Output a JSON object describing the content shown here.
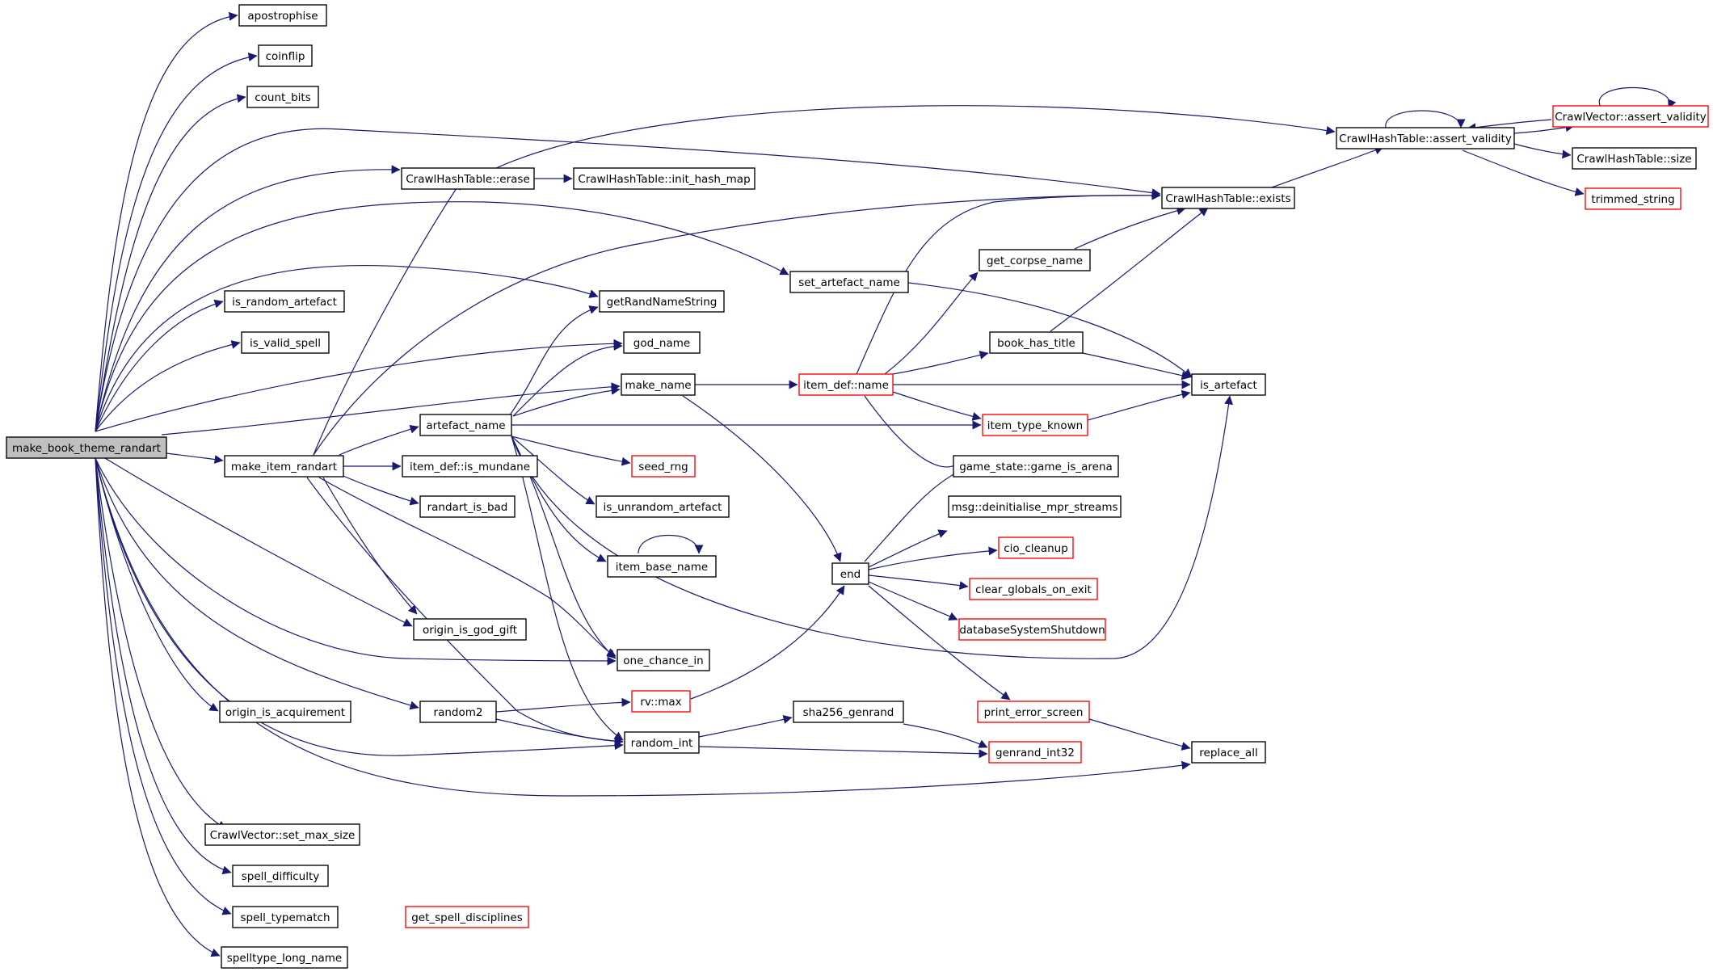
{
  "graph": {
    "edge_color": "#191970",
    "nodes": [
      {
        "id": "n0",
        "label": "make_book_theme_randart",
        "kind": "root"
      },
      {
        "id": "n1",
        "label": "apostrophise",
        "kind": "normal"
      },
      {
        "id": "n2",
        "label": "coinflip",
        "kind": "normal"
      },
      {
        "id": "n3",
        "label": "count_bits",
        "kind": "normal"
      },
      {
        "id": "n4",
        "label": "CrawlHashTable::erase",
        "kind": "normal"
      },
      {
        "id": "n5",
        "label": "CrawlHashTable::init_hash_map",
        "kind": "normal"
      },
      {
        "id": "n6",
        "label": "is_random_artefact",
        "kind": "normal"
      },
      {
        "id": "n7",
        "label": "is_valid_spell",
        "kind": "normal"
      },
      {
        "id": "n8",
        "label": "make_item_randart",
        "kind": "normal"
      },
      {
        "id": "n9",
        "label": "artefact_name",
        "kind": "normal"
      },
      {
        "id": "n10",
        "label": "item_def::is_mundane",
        "kind": "normal"
      },
      {
        "id": "n11",
        "label": "randart_is_bad",
        "kind": "normal"
      },
      {
        "id": "n12",
        "label": "origin_is_god_gift",
        "kind": "normal"
      },
      {
        "id": "n13",
        "label": "origin_is_acquirement",
        "kind": "normal"
      },
      {
        "id": "n14",
        "label": "random2",
        "kind": "normal"
      },
      {
        "id": "n15",
        "label": "CrawlVector::set_max_size",
        "kind": "normal"
      },
      {
        "id": "n16",
        "label": "spell_difficulty",
        "kind": "normal"
      },
      {
        "id": "n17",
        "label": "spell_typematch",
        "kind": "normal"
      },
      {
        "id": "n18",
        "label": "spelltype_long_name",
        "kind": "normal"
      },
      {
        "id": "n19",
        "label": "getRandNameString",
        "kind": "normal"
      },
      {
        "id": "n20",
        "label": "god_name",
        "kind": "normal"
      },
      {
        "id": "n21",
        "label": "make_name",
        "kind": "normal"
      },
      {
        "id": "n22",
        "label": "seed_rng",
        "kind": "truncated"
      },
      {
        "id": "n23",
        "label": "is_unrandom_artefact",
        "kind": "normal"
      },
      {
        "id": "n24",
        "label": "item_base_name",
        "kind": "normal"
      },
      {
        "id": "n25",
        "label": "one_chance_in",
        "kind": "normal"
      },
      {
        "id": "n26",
        "label": "rv::max",
        "kind": "truncated"
      },
      {
        "id": "n27",
        "label": "random_int",
        "kind": "normal"
      },
      {
        "id": "n28",
        "label": "get_spell_disciplines",
        "kind": "truncated"
      },
      {
        "id": "n29",
        "label": "set_artefact_name",
        "kind": "normal"
      },
      {
        "id": "n30",
        "label": "item_def::name",
        "kind": "truncated"
      },
      {
        "id": "n31",
        "label": "end",
        "kind": "normal"
      },
      {
        "id": "n32",
        "label": "sha256_genrand",
        "kind": "normal"
      },
      {
        "id": "n33",
        "label": "get_corpse_name",
        "kind": "normal"
      },
      {
        "id": "n34",
        "label": "book_has_title",
        "kind": "normal"
      },
      {
        "id": "n35",
        "label": "item_type_known",
        "kind": "truncated"
      },
      {
        "id": "n36",
        "label": "game_state::game_is_arena",
        "kind": "normal"
      },
      {
        "id": "n37",
        "label": "msg::deinitialise_mpr_streams",
        "kind": "normal"
      },
      {
        "id": "n38",
        "label": "cio_cleanup",
        "kind": "truncated"
      },
      {
        "id": "n39",
        "label": "clear_globals_on_exit",
        "kind": "truncated"
      },
      {
        "id": "n40",
        "label": "databaseSystemShutdown",
        "kind": "truncated"
      },
      {
        "id": "n41",
        "label": "print_error_screen",
        "kind": "truncated"
      },
      {
        "id": "n42",
        "label": "genrand_int32",
        "kind": "truncated"
      },
      {
        "id": "n43",
        "label": "CrawlHashTable::exists",
        "kind": "normal"
      },
      {
        "id": "n44",
        "label": "is_artefact",
        "kind": "normal"
      },
      {
        "id": "n45",
        "label": "replace_all",
        "kind": "normal"
      },
      {
        "id": "n46",
        "label": "CrawlHashTable::assert_validity",
        "kind": "normal"
      },
      {
        "id": "n47",
        "label": "CrawlVector::assert_validity",
        "kind": "truncated"
      },
      {
        "id": "n48",
        "label": "CrawlHashTable::size",
        "kind": "normal"
      },
      {
        "id": "n49",
        "label": "trimmed_string",
        "kind": "truncated"
      }
    ]
  }
}
